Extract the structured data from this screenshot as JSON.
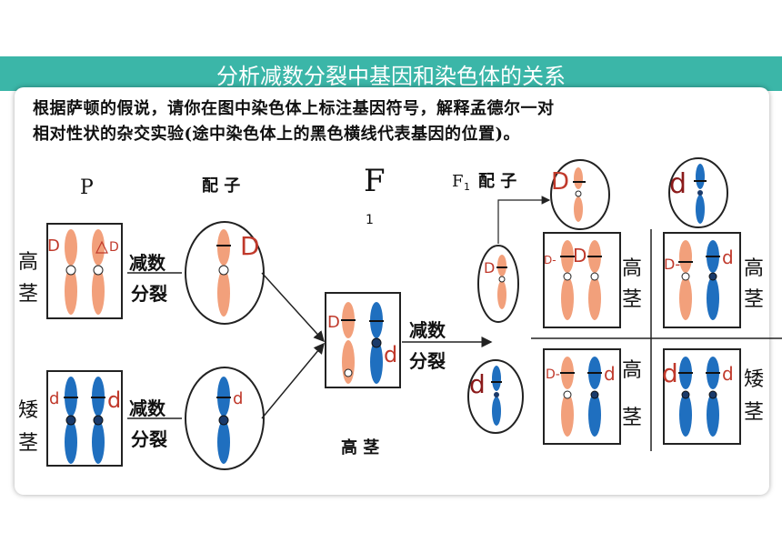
{
  "title": "分析减数分裂中基因和染色体的关系",
  "intro_line1": "根据萨顿的假说，请你在图中染色体上标注基因符号，解释孟德尔一对",
  "intro_line2": "相对性状的杂交实验(途中染色体上的黑色横线代表基因的位置)。",
  "labels": {
    "p": "P",
    "gamete": "配 子",
    "f1": "F",
    "f1_sub": "1",
    "f1_gamete_f": "F",
    "f1_gamete_sub": "1",
    "f1_gamete_text": "配 子",
    "meiosis_a": "减数",
    "meiosis_b": "分裂",
    "tall": "高",
    "stem": "茎",
    "dwarf": "矮",
    "f1_tall": "高 茎"
  },
  "genes": {
    "D": "D",
    "d": "d",
    "D_dash": "D-"
  },
  "colors": {
    "header": "#3bb6a8",
    "orange_chrom": "#f2a07b",
    "blue_chrom": "#1f6fbf",
    "gene_text": "#c0392b",
    "dark_d": "#8b1a1a"
  }
}
